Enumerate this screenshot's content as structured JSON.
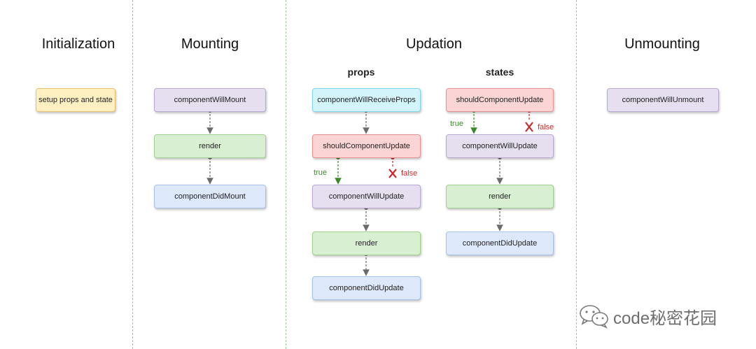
{
  "phases": {
    "initialization": "Initialization",
    "mounting": "Mounting",
    "updation": "Updation",
    "unmounting": "Unmounting"
  },
  "updation_sub": {
    "props": "props",
    "states": "states"
  },
  "nodes": {
    "setup": "setup props and state",
    "m_will_mount": "componentWillMount",
    "m_render": "render",
    "m_did_mount": "componentDidMount",
    "p_will_receive": "componentWillReceiveProps",
    "p_should_update": "shouldComponentUpdate",
    "p_will_update": "componentWillUpdate",
    "p_render": "render",
    "p_did_update": "componentDidUpdate",
    "s_should_update": "shouldComponentUpdate",
    "s_will_update": "componentWillUpdate",
    "s_render": "render",
    "s_did_update": "componentDidUpdate",
    "u_will_unmount": "componentWillUnmount"
  },
  "branch_labels": {
    "true": "true",
    "false": "false"
  },
  "colors": {
    "yellow": "#fff0c2",
    "purple": "#e6dff0",
    "green": "#d9efd2",
    "blue": "#dde8fa",
    "cyan": "#d4f4fc",
    "red": "#fbd5d5",
    "true": "#3a8a2a",
    "false": "#cc2a2a",
    "divider": "#9cc79a"
  },
  "watermark": {
    "text": "code秘密花园",
    "icon": "wechat-icon"
  }
}
